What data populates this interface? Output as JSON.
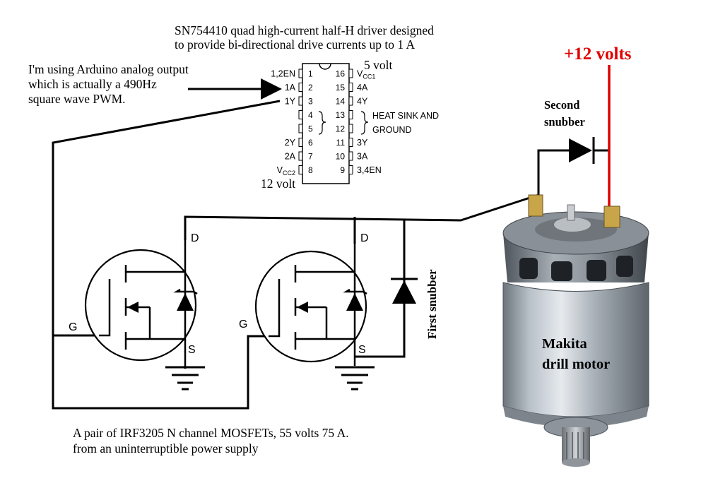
{
  "notes": {
    "chip_desc_line1": "SN754410 quad high-current half-H driver designed",
    "chip_desc_line2": "to provide bi-directional drive currents up to 1 A",
    "arduino_line1": "I'm using Arduino analog output",
    "arduino_line2": "which is actually a 490Hz",
    "arduino_line3": "square wave PWM.",
    "mosfet_line1": "A pair of IRF3205 N channel MOSFETs, 55 volts 75 A.",
    "mosfet_line2": "from an uninterruptible power supply"
  },
  "power": {
    "supply_label": "+12 volts",
    "vcc1_label": "5 volt",
    "vcc2_label": "12 volt"
  },
  "chip": {
    "left_pins": [
      {
        "name": "1,2EN",
        "num": "1"
      },
      {
        "name": "1A",
        "num": "2"
      },
      {
        "name": "1Y",
        "num": "3"
      },
      {
        "name": "",
        "num": "4"
      },
      {
        "name": "",
        "num": "5"
      },
      {
        "name": "2Y",
        "num": "6"
      },
      {
        "name": "2A",
        "num": "7"
      },
      {
        "name": "V",
        "sub": "CC2",
        "num": "8"
      }
    ],
    "right_pins": [
      {
        "name": "V",
        "sub": "CC1",
        "num": "16"
      },
      {
        "name": "4A",
        "num": "15"
      },
      {
        "name": "4Y",
        "num": "14"
      },
      {
        "name": "",
        "num": "13"
      },
      {
        "name": "",
        "num": "12"
      },
      {
        "name": "3Y",
        "num": "11"
      },
      {
        "name": "3A",
        "num": "10"
      },
      {
        "name": "3,4EN",
        "num": "9"
      }
    ],
    "heat_sink_line1": "HEAT SINK AND",
    "heat_sink_line2": "GROUND"
  },
  "mosfets": [
    {
      "drain": "D",
      "gate": "G",
      "source": "S"
    },
    {
      "drain": "D",
      "gate": "G",
      "source": "S"
    }
  ],
  "snubbers": {
    "first": "First snubber",
    "second_line1": "Second",
    "second_line2": "snubber"
  },
  "motor": {
    "label_line1": "Makita",
    "label_line2": "drill motor"
  },
  "colors": {
    "wire": "#000000",
    "supply": "#e00000",
    "motor_body": "#9aa3ad"
  }
}
